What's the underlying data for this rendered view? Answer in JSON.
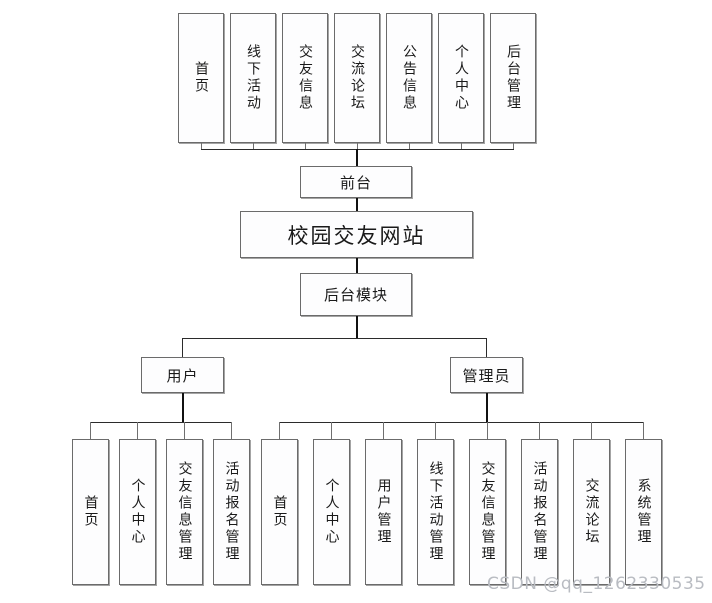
{
  "diagram": {
    "type": "system-architecture-tree",
    "title": "校园交友网站",
    "root": {
      "label": "校园交友网站"
    },
    "frontend_node": {
      "label": "前台"
    },
    "backend_node": {
      "label": "后台模块"
    },
    "roles": [
      {
        "label": "用户"
      },
      {
        "label": "管理员"
      }
    ],
    "frontend_modules": [
      {
        "label": "首页"
      },
      {
        "label": "线下活动"
      },
      {
        "label": "交友信息"
      },
      {
        "label": "交流论坛"
      },
      {
        "label": "公告信息"
      },
      {
        "label": "个人中心"
      },
      {
        "label": "后台管理"
      }
    ],
    "user_modules": [
      {
        "label": "首页"
      },
      {
        "label": "个人中心"
      },
      {
        "label": "交友信息管理"
      },
      {
        "label": "活动报名管理"
      }
    ],
    "admin_modules": [
      {
        "label": "首页"
      },
      {
        "label": "个人中心"
      },
      {
        "label": "用户管理"
      },
      {
        "label": "线下活动管理"
      },
      {
        "label": "交友信息管理"
      },
      {
        "label": "活动报名管理"
      },
      {
        "label": "交流论坛"
      },
      {
        "label": "系统管理"
      }
    ]
  },
  "watermark": {
    "text": "CSDN @qq_1262330535"
  },
  "colors": {
    "border": "#6b6b6b",
    "fill": "#fdfdfe",
    "connector": "#2b2b2b",
    "text": "#1a1a1a",
    "watermark": "#b9bcc2"
  }
}
